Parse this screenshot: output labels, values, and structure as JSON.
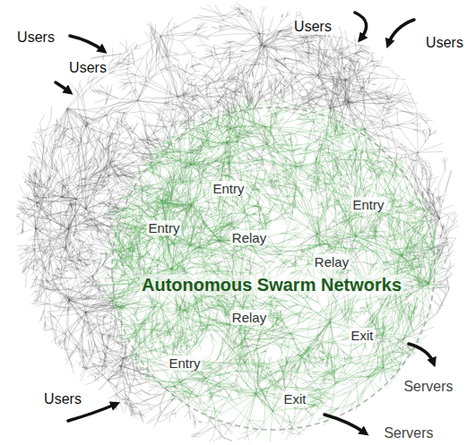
{
  "diagram": {
    "title": "Autonomous Swarm Networks",
    "labels": [
      "Users",
      "Users",
      "Users",
      "Users",
      "Entry",
      "Entry",
      "Entry",
      "Relay",
      "Relay",
      "Relay",
      "Exit",
      "Entry",
      "Servers",
      "Users",
      "Exit",
      "Servers"
    ]
  }
}
